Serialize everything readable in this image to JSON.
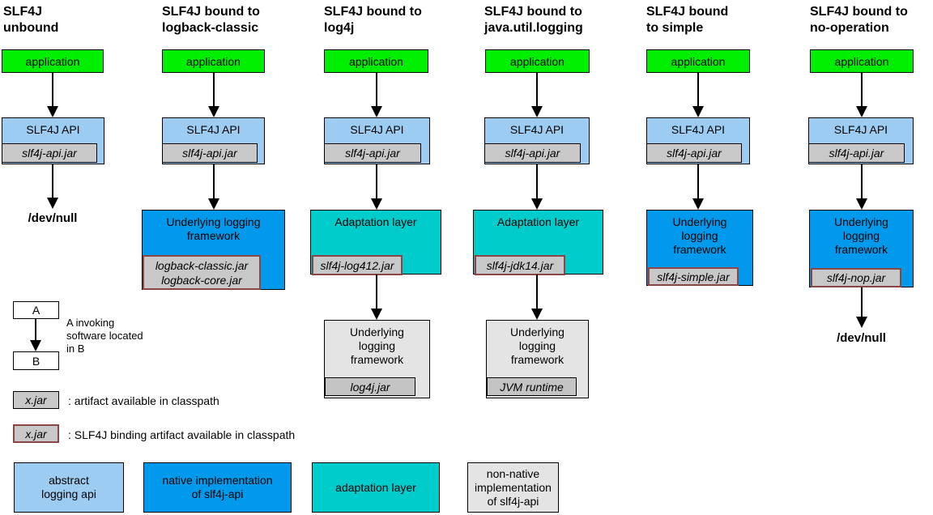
{
  "colors": {
    "application_green": "#00ee00",
    "abstract_api_blue": "#9cccf2",
    "native_impl_blue": "#0099eb",
    "adaptation_teal": "#00cccc",
    "non_native_gray": "#e4e4e4",
    "jar_gray": "#c8c8c8",
    "binding_border_maroon": "#8b4545"
  },
  "columns": [
    {
      "title": "SLF4J\nunbound",
      "application_label": "application",
      "api_label": "SLF4J API",
      "api_jar": "slf4j-api.jar",
      "sink_label": "/dev/null"
    },
    {
      "title": "SLF4J bound to\nlogback-classic",
      "application_label": "application",
      "api_label": "SLF4J API",
      "api_jar": "slf4j-api.jar",
      "framework_label": "Underlying logging\nframework",
      "framework_jar": "logback-classic.jar\nlogback-core.jar"
    },
    {
      "title": "SLF4J bound to\nlog4j",
      "application_label": "application",
      "api_label": "SLF4J API",
      "api_jar": "slf4j-api.jar",
      "adapter_label": "Adaptation layer",
      "adapter_jar": "slf4j-log412.jar",
      "framework_label": "Underlying\nlogging\nframework",
      "framework_jar": "log4j.jar"
    },
    {
      "title": "SLF4J bound to\njava.util.logging",
      "application_label": "application",
      "api_label": "SLF4J API",
      "api_jar": "slf4j-api.jar",
      "adapter_label": "Adaptation layer",
      "adapter_jar": "slf4j-jdk14.jar",
      "framework_label": "Underlying\nlogging\nframework",
      "framework_jar": "JVM runtime"
    },
    {
      "title": "SLF4J bound\nto simple",
      "application_label": "application",
      "api_label": "SLF4J API",
      "api_jar": "slf4j-api.jar",
      "framework_label": "Underlying\nlogging\nframework",
      "framework_jar": "slf4j-simple.jar"
    },
    {
      "title": "SLF4J bound to\nno-operation",
      "application_label": "application",
      "api_label": "SLF4J API",
      "api_jar": "slf4j-api.jar",
      "framework_label": "Underlying\nlogging\nframework",
      "framework_jar": "slf4j-nop.jar",
      "sink_label": "/dev/null"
    }
  ],
  "legend": {
    "invoke_a": "A",
    "invoke_b": "B",
    "invoke_caption": "A invoking\nsoftware located\nin B",
    "artifact_jar": "x.jar",
    "artifact_caption": ": artifact available in classpath",
    "binding_jar": "x.jar",
    "binding_caption": ": SLF4J binding artifact available in classpath",
    "categories": [
      {
        "label": "abstract\nlogging api"
      },
      {
        "label": "native implementation\nof slf4j-api"
      },
      {
        "label": "adaptation layer"
      },
      {
        "label": "non-native\nimplementation\nof slf4j-api"
      }
    ]
  }
}
